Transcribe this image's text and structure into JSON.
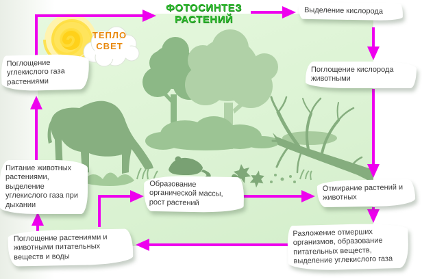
{
  "title": {
    "line1": "ФОТОСИНТЕЗ",
    "line2": "РАСТЕНИЙ"
  },
  "cloud": {
    "line1": "ТЕПЛО",
    "line2": "СВЕТ"
  },
  "labels": {
    "co2_absorption": "Поглощение углекислого газа растениями",
    "oxygen_release": "Выделение кислорода",
    "oxygen_absorption": "Поглощение кислорода животными",
    "dying_off": "Отмирание растений и животных",
    "decomposition": "Разложение отмерших организмов, образование питательных веществ, выделение углекислого газа",
    "organic_mass": "Образование органической массы, рост растений",
    "animal_feeding": "Питание животных растениями, выделение углекислого газа при дыхании",
    "nutrient_absorption": "Поглощение растениями и животными питательных веществ и воды"
  },
  "colors": {
    "arrow_magenta": "#ee00ee",
    "title_green": "#2db92d",
    "heat_light_orange": "#e8880c",
    "field_green": "#dcf3d4",
    "silhouette_light": "#b0d1a7",
    "silhouette_mid": "#93bd8b",
    "silhouette_dark": "#84ad7d",
    "sun_yellow": "#ffd11a",
    "label_text": "#3b3b3b"
  },
  "scene_elements": [
    "sun",
    "heat-light-cloud",
    "deciduous-tree-dark",
    "deciduous-tree-light",
    "bushes",
    "grazing-bison",
    "mouse",
    "fallen-dead-tree",
    "leaves",
    "grass"
  ]
}
